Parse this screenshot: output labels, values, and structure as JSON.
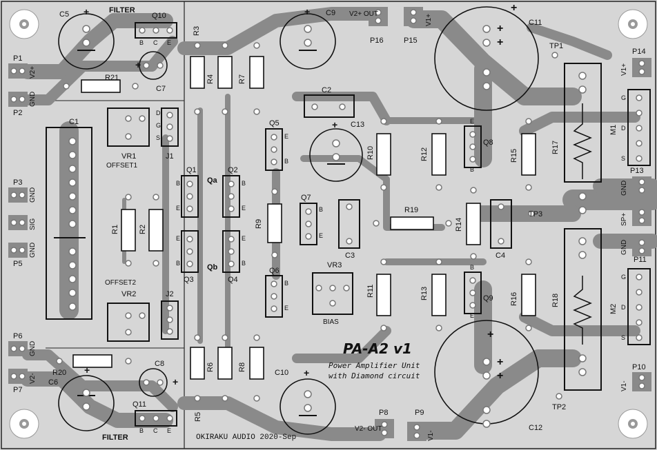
{
  "board": {
    "title": "PA-A2 v1",
    "subtitle_line1": "Power Amplifier Unit",
    "subtitle_line2": "with Diamond circuit",
    "credit": "OKIRAKU AUDIO 2020-Sep"
  },
  "labels": {
    "filter_top": "FILTER",
    "filter_bottom": "FILTER",
    "offset1": "OFFSET1",
    "offset2": "OFFSET2",
    "bias": "BIAS",
    "qa": "Qa",
    "qb": "Qb",
    "v2p_out": "V2+ OUT",
    "v2m_out": "V2- OUT"
  },
  "connectors": {
    "p1": "P1",
    "p1_pin": "V2+",
    "p2": "P2",
    "p2_pin": "GND",
    "p3": "P3",
    "p3_pin": "GND",
    "p4_pin": "SIG",
    "p5": "P5",
    "p5_pin": "GND",
    "p6": "P6",
    "p6_pin": "GND",
    "p7": "P7",
    "p7_pin": "V2-",
    "p8": "P8",
    "p9": "P9",
    "p9_pin": "V1-",
    "p10": "P10",
    "p10_pin": "V1-",
    "p11": "P11",
    "p11_pin": "GND",
    "p12_pin": "SP+",
    "p13": "P13",
    "p13_pin": "GND",
    "p14": "P14",
    "p14_pin": "V1+",
    "p15": "P15",
    "p15_pin": "V1+",
    "p16": "P16"
  },
  "parts": {
    "c1": "C1",
    "c2": "C2",
    "c3": "C3",
    "c4": "C4",
    "c5": "C5",
    "c6": "C6",
    "c7": "C7",
    "c8": "C8",
    "c9": "C9",
    "c10": "C10",
    "c11": "C11",
    "c12": "C12",
    "c13": "C13",
    "r1": "R1",
    "r2": "R2",
    "r3": "R3",
    "r4": "R4",
    "r5": "R5",
    "r6": "R6",
    "r7": "R7",
    "r8": "R8",
    "r9": "R9",
    "r10": "R10",
    "r11": "R11",
    "r12": "R12",
    "r13": "R13",
    "r14": "R14",
    "r15": "R15",
    "r16": "R16",
    "r17": "R17",
    "r18": "R18",
    "r19": "R19",
    "r20": "R20",
    "r21": "R21",
    "q1": "Q1",
    "q2": "Q2",
    "q3": "Q3",
    "q4": "Q4",
    "q5": "Q5",
    "q6": "Q6",
    "q7": "Q7",
    "q8": "Q8",
    "q9": "Q9",
    "q10": "Q10",
    "q11": "Q11",
    "vr1": "VR1",
    "vr2": "VR2",
    "vr3": "VR3",
    "j1": "J1",
    "j2": "J2",
    "m1": "M1",
    "m2": "M2",
    "tp1": "TP1",
    "tp2": "TP2",
    "tp3": "TP3"
  },
  "pins": {
    "b": "B",
    "c": "C",
    "e": "E",
    "d": "D",
    "g": "G",
    "s": "S",
    "plus": "+"
  }
}
